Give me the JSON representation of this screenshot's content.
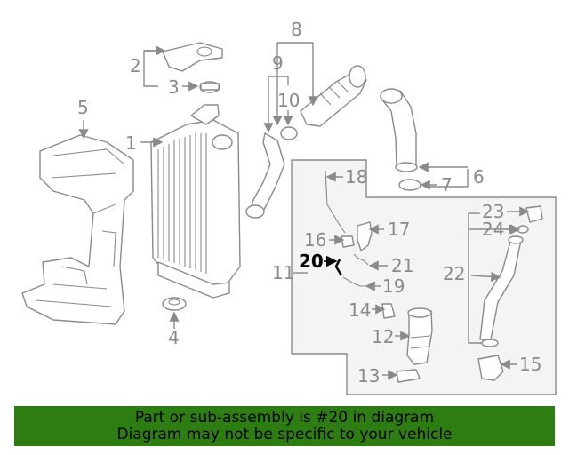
{
  "diagram": {
    "callouts": [
      "1",
      "2",
      "3",
      "4",
      "5",
      "6",
      "7",
      "8",
      "9",
      "10",
      "11",
      "12",
      "13",
      "14",
      "15",
      "16",
      "17",
      "18",
      "19",
      "20",
      "21",
      "22",
      "23",
      "24"
    ],
    "highlighted_callout": "20",
    "colors": {
      "line": "#8a8a8a",
      "highlight": "#000000",
      "subassembly_box": "#f4f4f4",
      "banner": "#2e7d12"
    }
  },
  "banner": {
    "line1": "Part or sub-assembly is #20 in diagram",
    "line2": "Diagram may not be specific to your vehicle"
  }
}
